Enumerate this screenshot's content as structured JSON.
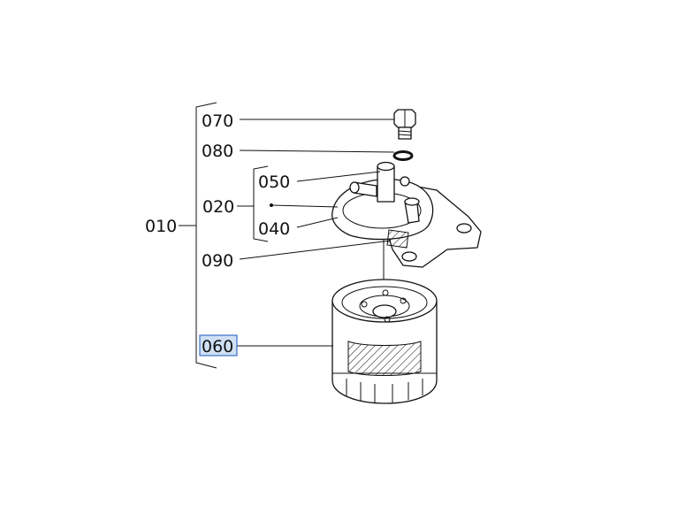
{
  "parts": [
    {
      "id": "p010",
      "label": "010"
    },
    {
      "id": "p020",
      "label": "020"
    },
    {
      "id": "p040",
      "label": "040"
    },
    {
      "id": "p050",
      "label": "050"
    },
    {
      "id": "p060",
      "label": "060",
      "highlighted": true
    },
    {
      "id": "p070",
      "label": "070"
    },
    {
      "id": "p080",
      "label": "080"
    },
    {
      "id": "p090",
      "label": "090"
    }
  ],
  "colors": {
    "line": "#111111",
    "highlight_fill": "#cfe0f5",
    "highlight_border": "#3a6fc4"
  }
}
